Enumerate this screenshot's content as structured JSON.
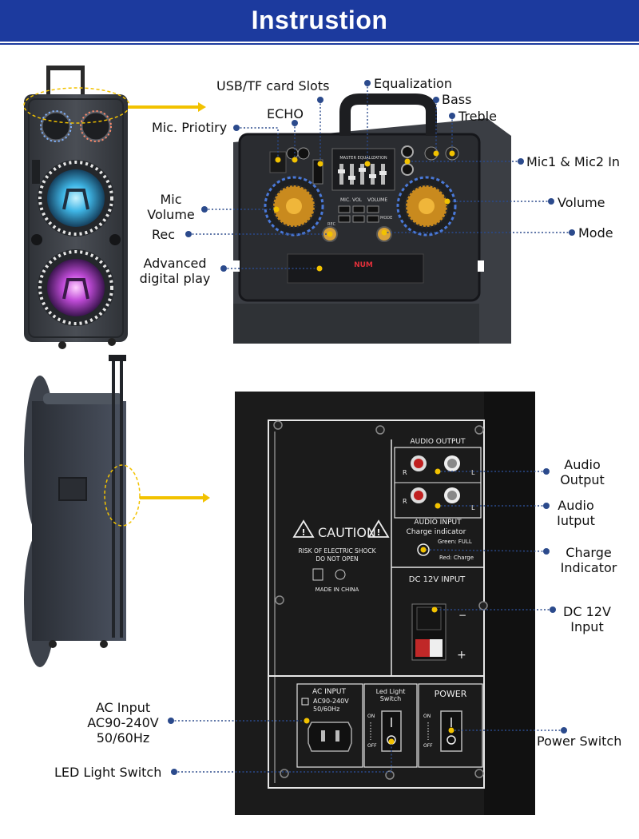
{
  "header": {
    "title": "Instrustion"
  },
  "labels": {
    "usb_tf": "USB/TF card Slots",
    "equalization": "Equalization",
    "bass": "Bass",
    "echo": "ECHO",
    "treble": "Treble",
    "mic_priority": "Mic. Priotiry",
    "mic_in": "Mic1 & Mic2 In",
    "mic_volume_1": "Mic",
    "mic_volume_2": "Volume",
    "volume": "Volume",
    "rec": "Rec",
    "mode": "Mode",
    "digital_1": "Advanced",
    "digital_2": "digital play",
    "audio_output_1": "Audio",
    "audio_output_2": "Output",
    "audio_input_1": "Audio",
    "audio_input_2": "Iutput",
    "charge_1": "Charge",
    "charge_2": "Indicator",
    "dc_1": "DC 12V",
    "dc_2": "Input",
    "ac_1": "AC Input",
    "ac_2": "AC90-240V",
    "ac_3": "50/60Hz",
    "led_switch": "LED Light Switch",
    "power_switch": "Power Switch"
  },
  "panel_text": {
    "master_eq": "MASTER EQUALIZATION",
    "mic_vol": "MIC. VOL",
    "volume": "VOLUME",
    "rec": "REC",
    "mode": "MODE",
    "display": "NUM",
    "audio_output": "AUDIO OUTPUT",
    "audio_input": "AUDIO INPUT",
    "r": "R",
    "l": "L",
    "charge_indicator": "Charge indicator",
    "green_full": "Green: FULL",
    "red_charge": "Red: Charge",
    "dc_input": "DC 12V INPUT",
    "caution": "CAUTION",
    "risk": "RISK OF ELECTRIC SHOCK",
    "do_not_open": "DO NOT OPEN",
    "made_in": "MADE IN CHINA",
    "ac_input": "AC INPUT",
    "ac_range": "AC90-240V",
    "ac_freq": "50/60Hz",
    "led_light": "Led Light",
    "switch": "Switch",
    "power": "POWER",
    "on": "ON",
    "off": "OFF",
    "minus": "−",
    "plus": "+"
  },
  "colors": {
    "header_blue": "#1c3a9e",
    "leader_blue": "#2b4a8c",
    "marker_yellow": "#f2c200",
    "speaker_body": "#3a3d42",
    "panel_black": "#1b1b1b"
  }
}
